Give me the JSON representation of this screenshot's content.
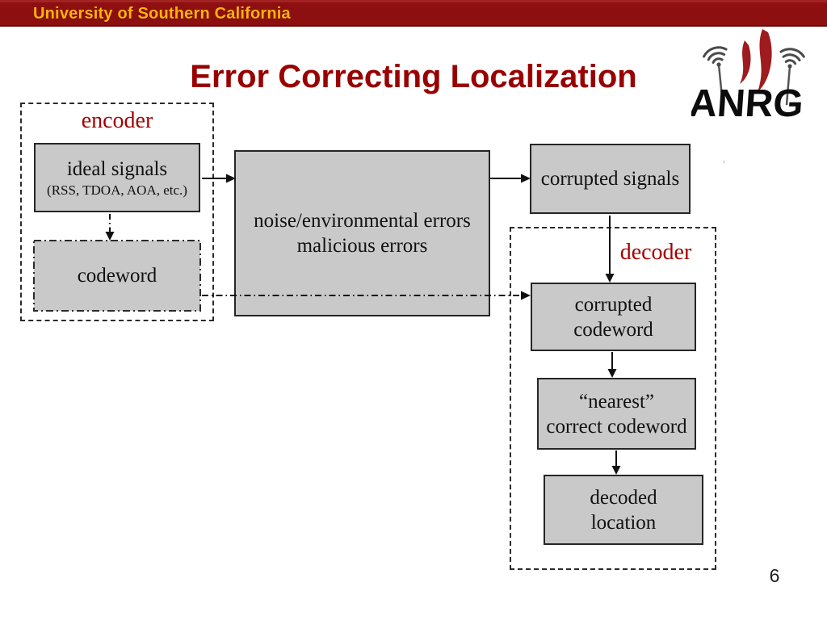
{
  "header": {
    "org_name": "University of Southern California"
  },
  "slide": {
    "title": "Error Correcting Localization",
    "page_number": "6"
  },
  "logo": {
    "text": "ANRG"
  },
  "diagram": {
    "encoder_label": "encoder",
    "decoder_label": "decoder",
    "boxes": {
      "ideal_signals": {
        "line1": "ideal signals",
        "line2": "(RSS, TDOA, AOA, etc.)"
      },
      "codeword": {
        "label": "codeword"
      },
      "noise": {
        "line1": "noise/environmental errors",
        "line2": "malicious errors"
      },
      "corrupted_signals": {
        "label": "corrupted signals"
      },
      "corrupted_codeword": {
        "line1": "corrupted",
        "line2": "codeword"
      },
      "nearest_codeword": {
        "line1": "“nearest”",
        "line2": "correct codeword"
      },
      "decoded_location": {
        "line1": "decoded",
        "line2": "location"
      }
    },
    "artifact_mark": "ʼ"
  },
  "colors": {
    "bar_red": "#8e0f10",
    "gold": "#ffb30a",
    "title_red": "#990000",
    "label_red": "#a40000",
    "box_fill": "#c9c9c9",
    "box_border": "#262626",
    "logo_flame_red": "#9e1b1e"
  }
}
